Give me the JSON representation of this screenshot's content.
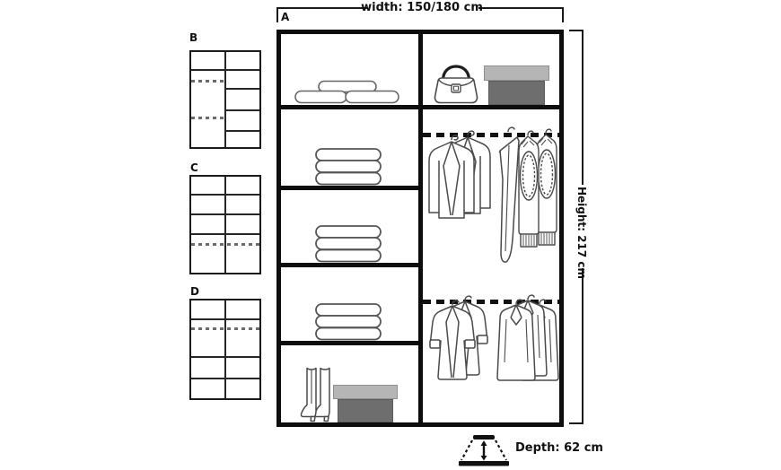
{
  "diagram": {
    "name": "wardrobe-interior-dimensions",
    "width_label": "width: 150/180 cm",
    "height_label": "Height: 217 cm",
    "depth_label": "Depth: 62 cm"
  },
  "variants": {
    "a": {
      "label": "A"
    },
    "b": {
      "label": "B"
    },
    "c": {
      "label": "C"
    },
    "d": {
      "label": "D"
    }
  },
  "colors": {
    "background": "#ffffff",
    "structure_line": "#0d0d0d",
    "thin_line": "#262626",
    "dashed_rail": "#111111",
    "dashed_gray": "#6b6b6b",
    "clothes_outline": "#4a4a4a",
    "box_lid_gray": "#b5b5b5",
    "box_body_gray": "#6e6e6e"
  },
  "icons": {
    "depth_icon": "depth-double-arrow-icon",
    "contents": [
      "flat-folded-items-icon",
      "folded-stack-icon",
      "folded-stack-icon",
      "folded-stack-icon",
      "boots-icon",
      "shoe-box-icon",
      "handbag-icon",
      "storage-box-icon",
      "hanging-rail-icon",
      "jackets-on-hangers-icon",
      "trousers-on-hanger-icon",
      "sweaters-on-hangers-icon",
      "hanging-rail-icon",
      "coats-with-cuffs-icon",
      "coats-group-icon"
    ]
  }
}
